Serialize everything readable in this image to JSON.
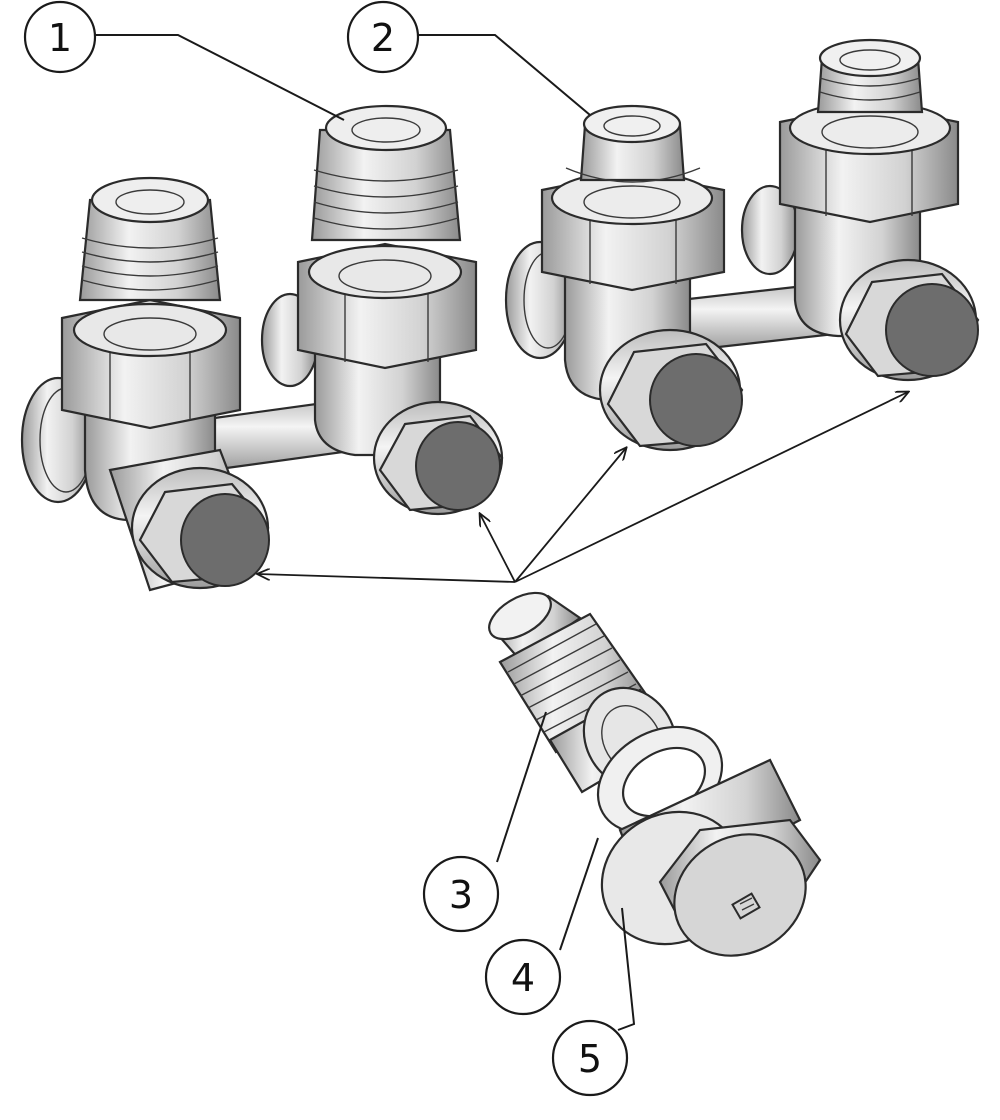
{
  "callouts": [
    {
      "id": "1",
      "label": "1"
    },
    {
      "id": "2",
      "label": "2"
    },
    {
      "id": "3",
      "label": "3"
    },
    {
      "id": "4",
      "label": "4"
    },
    {
      "id": "5",
      "label": "5"
    }
  ],
  "colors": {
    "metal_light": "#e6e6e6",
    "metal_mid": "#c8c8c8",
    "metal_dark": "#8e8e8e",
    "cap_fill": "#6d6d6d",
    "line": "#1a1a1a"
  }
}
